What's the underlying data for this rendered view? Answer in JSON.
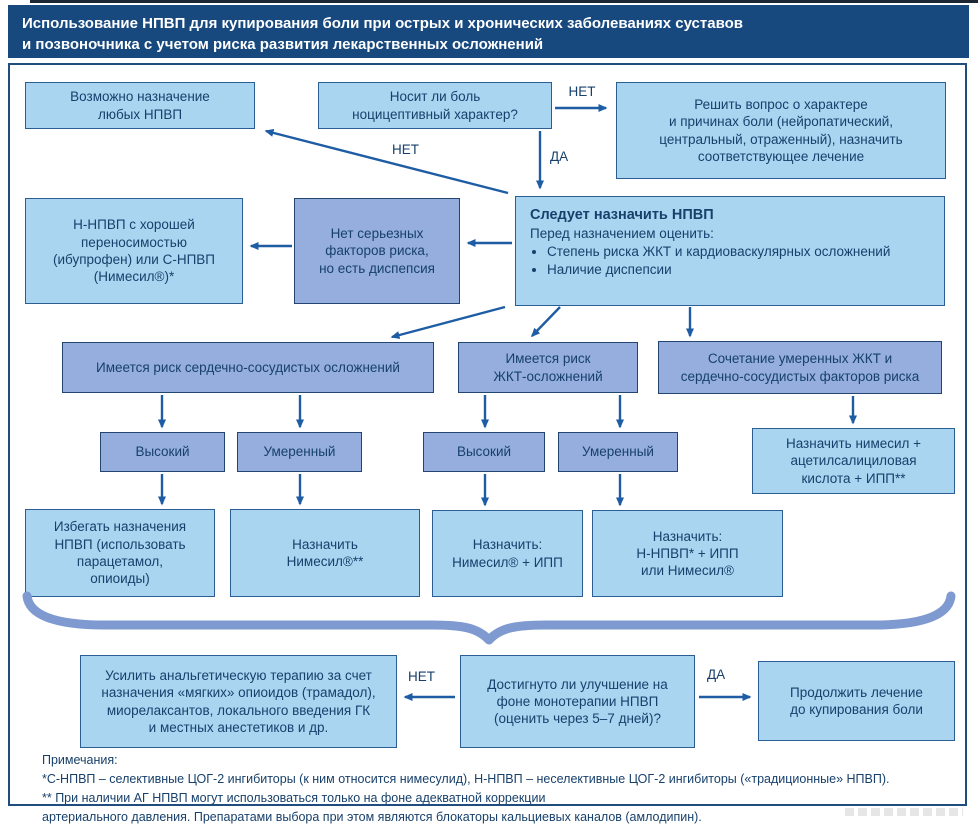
{
  "header": {
    "title": "Использование НПВП для купирования боли при острых и хронических заболеваниях суставов\nи позвоночника с учетом риска развития лекарственных осложнений"
  },
  "colors": {
    "header_bg": "#17497e",
    "box_light": "#a9d5f1",
    "box_dark": "#95aedd",
    "border": "#2b5f94",
    "frame_border": "#1f4e7e",
    "arrow": "#1e5ca4",
    "brace": "#7e9ad1",
    "text": "#17406b"
  },
  "nodes": {
    "any_nsaid": "Возможно назначение\nлюбых НПВП",
    "pain_question": "Носит ли боль\nноцицептивный характер?",
    "non_nociceptive": "Решить вопрос о характере\nи причинах боли (нейропатический,\nцентральный, отраженный), назначить\nсоответствующее лечение",
    "good_tolerance": "Н-НПВП с хорошей\nпереносимостью\n(ибупрофен) или С-НПВП\n(Нимесил®)*",
    "no_risk_dyspepsia": "Нет серьезных\nфакторов риска,\nно есть диспепсия",
    "prescribe": {
      "title": "Следует назначить НПВП",
      "subtitle": "Перед назначением оценить:",
      "bullet1": "Степень риска ЖКТ и кардиоваскулярных осложнений",
      "bullet2": "Наличие диспепсии"
    },
    "cv_risk": "Имеется риск сердечно-сосудистых осложнений",
    "gi_risk": "Имеется риск\nЖКТ-осложнений",
    "combined_risk": "Сочетание умеренных ЖКТ и\nсердечно-сосудистых факторов риска",
    "cv_high": "Высокий",
    "cv_moderate": "Умеренный",
    "gi_high": "Высокий",
    "gi_moderate": "Умеренный",
    "nimesil_aspirin_ppi": "Назначить нимесил +\nацетилсалициловая\nкислота + ИПП**",
    "avoid_nsaid": "Избегать назначения\nНПВП (использовать\nпарацетамол,\nопиоиды)",
    "prescribe_nimesil": "Назначить\nНимесил®**",
    "nimesil_ppi": "Назначить:\nНимесил® + ИПП",
    "nnsaid_ppi": "Назначить:\nН-НПВП* + ИПП\nили Нимесил®",
    "strengthen_therapy": "Усилить анальгетическую терапию за счет\nназначения «мягких» опиоидов (трамадол),\nмиорелаксантов, локального введения ГК\nи местных анестетиков и др.",
    "improvement_question": "Достигнуто ли улучшение на\nфоне монотерапии НПВП\n(оценить через 5–7 дней)?",
    "continue_treatment": "Продолжить лечение\nдо купирования боли"
  },
  "labels": {
    "no_right": "НЕТ",
    "yes_down": "ДА",
    "no_diagonal": "НЕТ",
    "no_bottom": "НЕТ",
    "yes_bottom": "ДА"
  },
  "notes": {
    "title": "Примечания:",
    "line1": "*С-НПВП – селективные ЦОГ-2 ингибиторы (к ним относится нимесулид), Н-НПВП – неселективные ЦОГ-2 ингибиторы («традиционные» НПВП).",
    "line2": "** При наличии АГ НПВП могут использоваться только на фоне адекватной коррекции",
    "line3": "артериального давления. Препаратами выбора при этом являются блокаторы кальциевых каналов (амлодипин)."
  }
}
